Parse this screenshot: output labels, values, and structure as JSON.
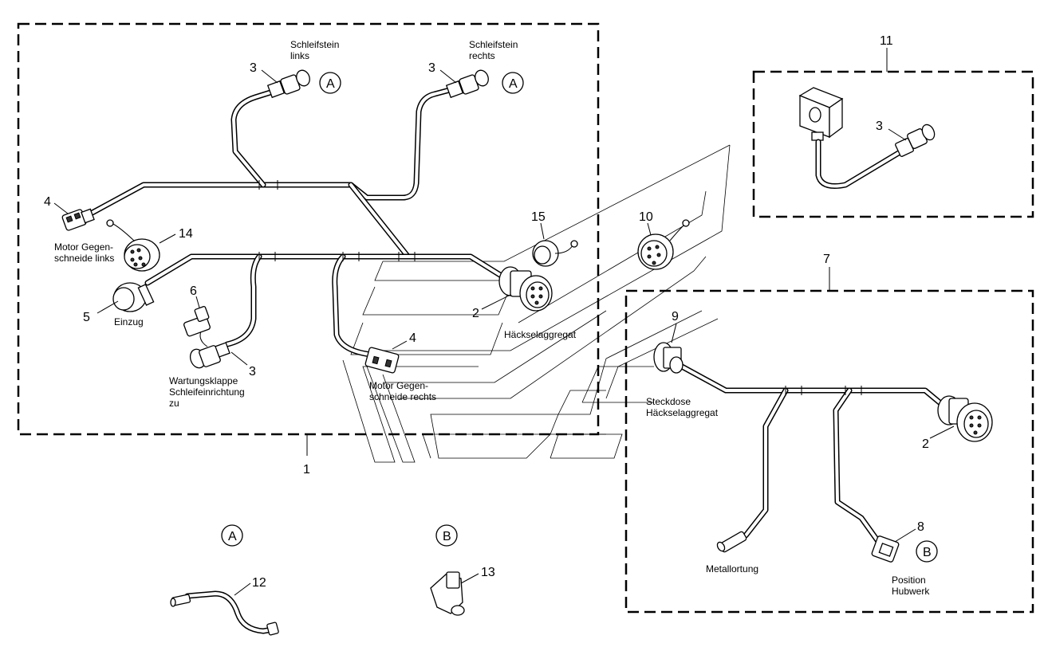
{
  "groups": {
    "g1": "1",
    "g7": "7",
    "g11": "11"
  },
  "callouts": {
    "c3_links": "3",
    "c3_rechts": "3",
    "c3_g11": "3",
    "c3_wartung": "3",
    "c4_links": "4",
    "c4_rechts": "4",
    "c14": "14",
    "c5": "5",
    "c6": "6",
    "c15": "15",
    "c10": "10",
    "c2_main": "2",
    "c2_g7": "2",
    "c9": "9",
    "c8": "8",
    "c12": "12",
    "c13": "13"
  },
  "labels": {
    "schleifstein_links_1": "Schleifstein",
    "schleifstein_links_2": "links",
    "schleifstein_rechts_1": "Schleifstein",
    "schleifstein_rechts_2": "rechts",
    "motor_links_1": "Motor Gegen-",
    "motor_links_2": "schneide links",
    "einzug": "Einzug",
    "wartung_1": "Wartungsklappe",
    "wartung_2": "Schleifeinrichtung",
    "wartung_3": "zu",
    "motor_rechts_1": "Motor Gegen-",
    "motor_rechts_2": "schneide rechts",
    "haeckselaggregat": "Häckselaggregat",
    "steckdose_1": "Steckdose",
    "steckdose_2": "Häckselaggregat",
    "metallortung": "Metallortung",
    "position_1": "Position",
    "position_2": "Hubwerk"
  },
  "markers": {
    "a1": "A",
    "a2": "A",
    "a3": "A",
    "b1": "B",
    "b2": "B"
  }
}
